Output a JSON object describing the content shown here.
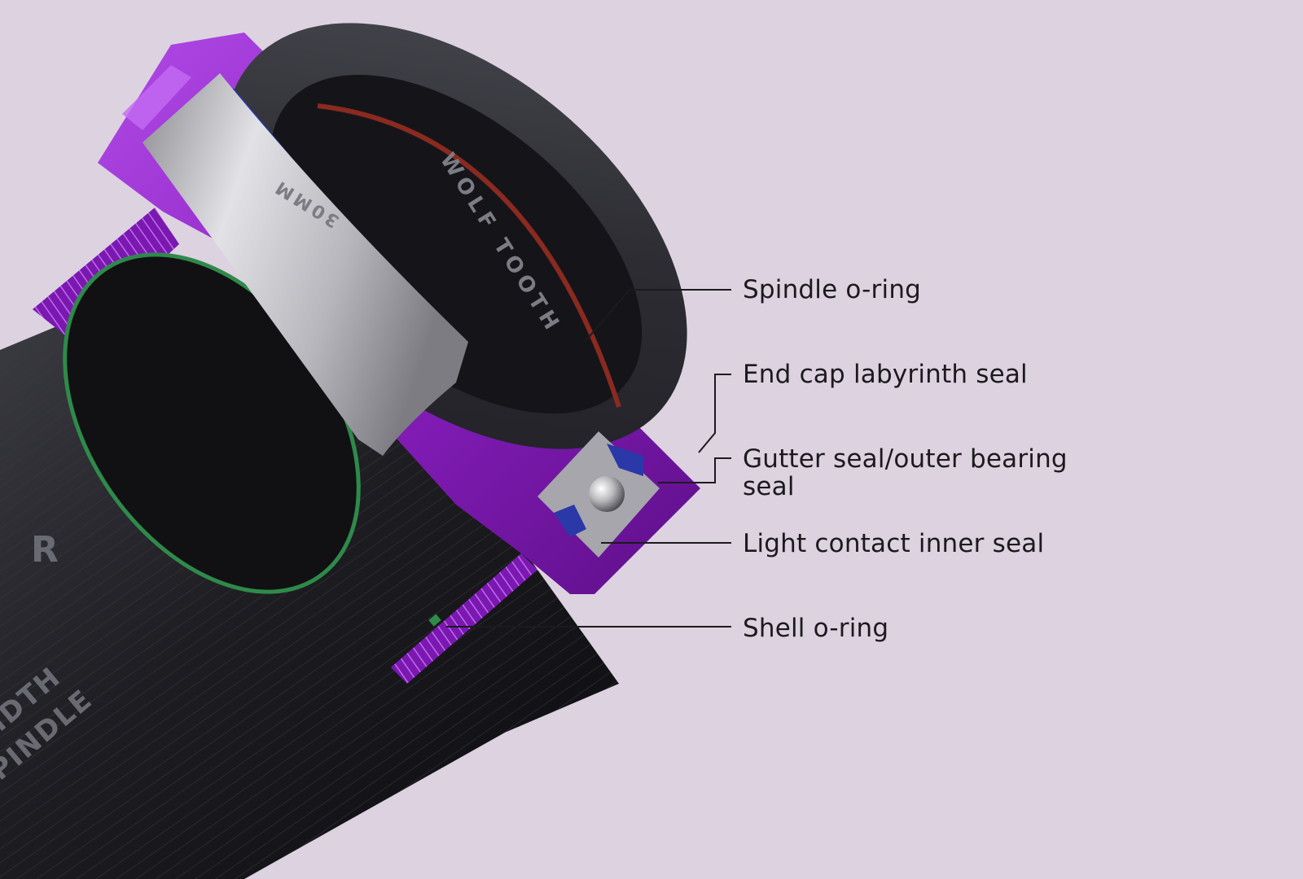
{
  "palette": {
    "background": "#dcd2e0",
    "anodized_purple": "#8a1fc0",
    "cup_black": "#1b1b1f",
    "rim_gray": "#3a3a40",
    "spacer_silver": "#c4c4c8",
    "seal_blue": "#2a38a8",
    "oring_green": "#2f8a4a",
    "oring_red": "#8a2a20",
    "leader_line": "#1c1a1d"
  },
  "product_marks": {
    "rim_text": "WOLF TOOTH",
    "rim_text_inner": "30MM",
    "body_text": [
      "R",
      "IDTH",
      "PINDLE"
    ]
  },
  "callouts": [
    {
      "id": "spindle",
      "text": "Spindle o-ring"
    },
    {
      "id": "endcap",
      "text": "End cap labyrinth seal"
    },
    {
      "id": "gutter",
      "text": "Gutter seal/outer bearing\nseal"
    },
    {
      "id": "light",
      "text": "Light contact inner seal"
    },
    {
      "id": "shell",
      "text": "Shell o-ring"
    }
  ]
}
